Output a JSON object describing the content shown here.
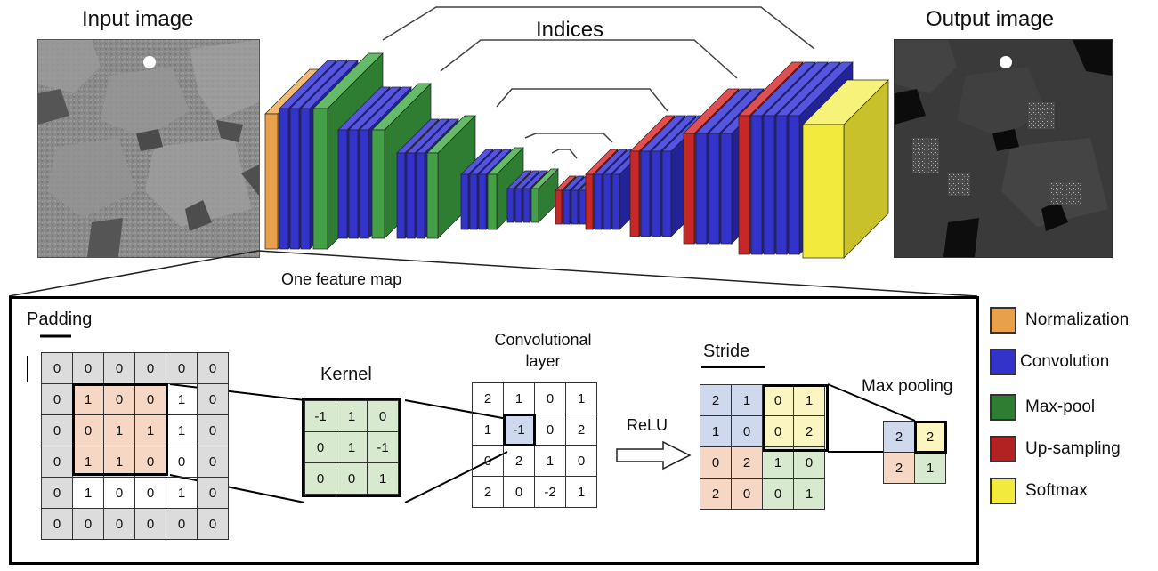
{
  "top": {
    "input_title": "Input image",
    "output_title": "Output image",
    "indices_label": "Indices",
    "feature_map_label": "One feature map"
  },
  "detail": {
    "padding_label": "Padding",
    "kernel_label": "Kernel",
    "conv_label_line1": "Convolutional",
    "conv_label_line2": "layer",
    "relu_label": "ReLU",
    "stride_label": "Stride",
    "maxpool_label": "Max pooling",
    "padded_input": [
      [
        "0",
        "0",
        "0",
        "0",
        "0",
        "0"
      ],
      [
        "0",
        "1",
        "0",
        "0",
        "1",
        "0"
      ],
      [
        "0",
        "0",
        "1",
        "1",
        "1",
        "0"
      ],
      [
        "0",
        "1",
        "1",
        "0",
        "0",
        "0"
      ],
      [
        "0",
        "1",
        "0",
        "0",
        "1",
        "0"
      ],
      [
        "0",
        "0",
        "0",
        "0",
        "0",
        "0"
      ]
    ],
    "kernel": [
      [
        "-1",
        "1",
        "0"
      ],
      [
        "0",
        "1",
        "-1"
      ],
      [
        "0",
        "0",
        "1"
      ]
    ],
    "conv_output": [
      [
        "2",
        "1",
        "0",
        "1"
      ],
      [
        "1",
        "-1",
        "0",
        "2"
      ],
      [
        "0",
        "2",
        "1",
        "0"
      ],
      [
        "2",
        "0",
        "-2",
        "1"
      ]
    ],
    "stride_grid": [
      [
        "2",
        "1",
        "0",
        "1"
      ],
      [
        "1",
        "0",
        "0",
        "2"
      ],
      [
        "0",
        "2",
        "1",
        "0"
      ],
      [
        "2",
        "0",
        "0",
        "1"
      ]
    ],
    "pooled": [
      [
        "2",
        "2"
      ],
      [
        "2",
        "1"
      ]
    ]
  },
  "legend": [
    {
      "label": "Normalization",
      "color": "#e8a04a"
    },
    {
      "label": "Convolution",
      "color": "#3333cc"
    },
    {
      "label": "Max-pool",
      "color": "#2e7d32"
    },
    {
      "label": "Up-sampling",
      "color": "#b22222"
    },
    {
      "label": "Softmax",
      "color": "#f2ea3c"
    }
  ]
}
